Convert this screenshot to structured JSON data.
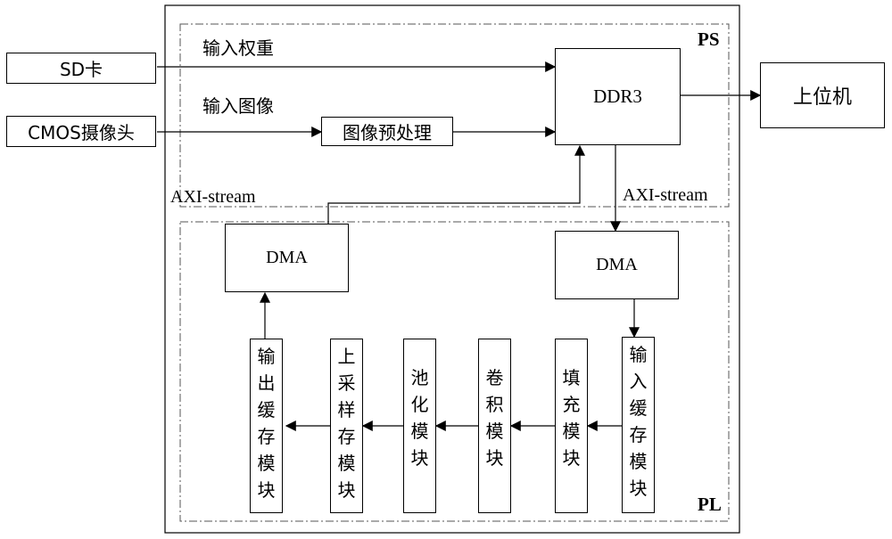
{
  "regions": {
    "ps": "PS",
    "pl": "PL"
  },
  "left_inputs": {
    "sd_card": "SD卡",
    "cmos_camera": "CMOS摄像头"
  },
  "ps_blocks": {
    "ddr3": "DDR3",
    "image_preprocess": "图像预处理"
  },
  "host": "上位机",
  "flow_labels": {
    "input_weights": "输入权重",
    "input_image": "输入图像",
    "axi_stream_left": "AXI-stream",
    "axi_stream_right": "AXI-stream"
  },
  "pl_blocks": {
    "dma_left": "DMA",
    "dma_right": "DMA"
  },
  "pl_modules": {
    "output_buffer": "输出缓存模块",
    "upsample_buffer": "上采样存模块",
    "pool": "池化模块",
    "conv": "卷积模块",
    "pad": "填充模块",
    "input_buffer": "输入缓存模块"
  }
}
